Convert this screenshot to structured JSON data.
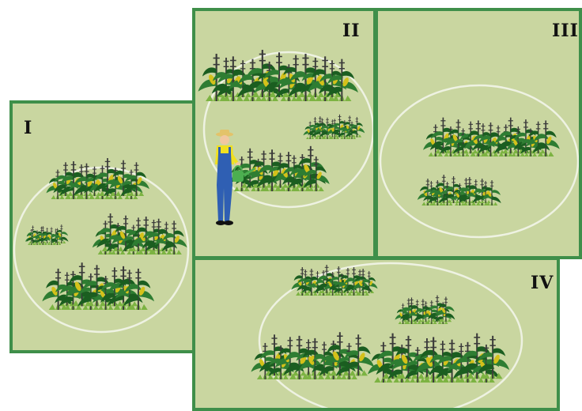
{
  "panels": [
    {
      "id": "I",
      "label": "I"
    },
    {
      "id": "II",
      "label": "II"
    },
    {
      "id": "III",
      "label": "III"
    },
    {
      "id": "IV",
      "label": "IV"
    }
  ],
  "colors": {
    "panel_fill": "#c9d6a0",
    "panel_border": "#3f8f4a",
    "circle": "#eef2e2",
    "plant_dark": "#1b5e20",
    "plant_mid": "#2e7d32",
    "plant_light": "#7cb342",
    "plant_yellow": "#d4c11a",
    "stalk": "#3a3a3a"
  },
  "icons": {
    "farmer": "farmer-watering-icon",
    "plant_cluster": "corn-plant-cluster-icon"
  }
}
